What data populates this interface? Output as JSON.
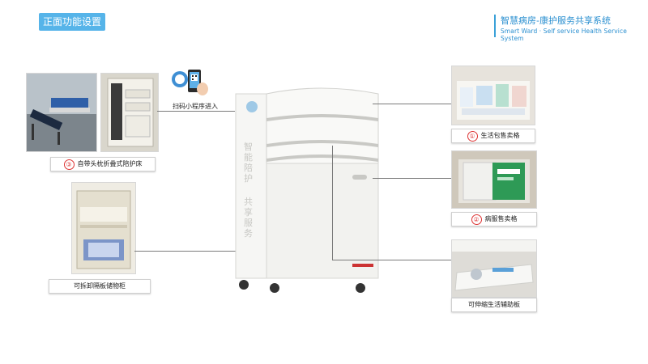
{
  "header": {
    "section_label": "正面功能设置",
    "system_name_cn": "智慧病房-康护服务共享系统",
    "system_name_en": "Smart Ward · Self service Health Service System"
  },
  "callouts": {
    "qr_entry": "扫码小程序进入",
    "bed": {
      "number": "③",
      "label": "自带头枕折叠式陪护床"
    },
    "cabinet": {
      "label": "可拆卸隔板储物柜"
    },
    "daily_goods": {
      "number": "①",
      "label": "生活包售卖格"
    },
    "patient_clothes": {
      "number": "②",
      "label": "病服售卖格"
    },
    "aux_board": {
      "label": "可伸缩生活辅助板"
    }
  },
  "device": {
    "side_text_top": "智能陪护",
    "side_text_bottom": "共享服务"
  }
}
